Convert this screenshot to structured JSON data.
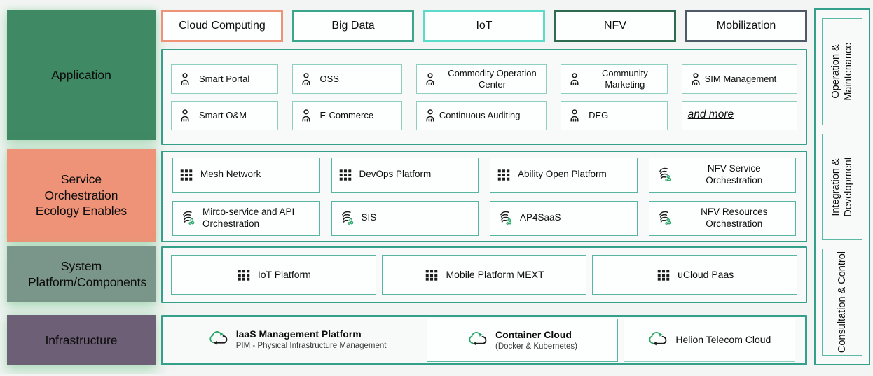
{
  "left_rail": {
    "items": [
      {
        "label": "Application",
        "bg": "#3f8a64"
      },
      {
        "label": "Service Orchestration Ecology Enables",
        "bg": "#ee9377"
      },
      {
        "label": "System Platform/Components",
        "bg": "#7a968a"
      },
      {
        "label": "Infrastructure",
        "bg": "#6d5f75"
      }
    ]
  },
  "top_tabs": {
    "items": [
      {
        "label": "Cloud Computing",
        "border": "#ee9377"
      },
      {
        "label": "Big Data",
        "border": "#3ba68c"
      },
      {
        "label": "IoT",
        "border": "#5cdbc9"
      },
      {
        "label": "NFV",
        "border": "#2e6b50"
      },
      {
        "label": "Mobilization",
        "border": "#4e5a68"
      }
    ]
  },
  "application_panel": {
    "row1": [
      {
        "label": "Smart Portal",
        "icon": "user-icon"
      },
      {
        "label": "OSS",
        "icon": "user-icon"
      },
      {
        "label": "Commodity Operation Center",
        "icon": "user-icon"
      },
      {
        "label": "Community Marketing",
        "icon": "user-icon"
      },
      {
        "label": "SIM Management",
        "icon": "user-icon"
      }
    ],
    "row2": [
      {
        "label": "Smart O&M",
        "icon": "user-icon"
      },
      {
        "label": "E-Commerce",
        "icon": "user-icon"
      },
      {
        "label": "Continuous Auditing",
        "icon": "user-icon"
      },
      {
        "label": "DEG",
        "icon": "user-icon"
      },
      {
        "label": "and more",
        "icon": null
      }
    ]
  },
  "service_panel": {
    "row1": [
      {
        "label": "Mesh Network",
        "icon": "grid-icon"
      },
      {
        "label": "DevOps Platform",
        "icon": "grid-icon"
      },
      {
        "label": "Ability Open Platform",
        "icon": "grid-icon"
      },
      {
        "label": "NFV Service Orchestration",
        "icon": "orchestration-icon"
      }
    ],
    "row2": [
      {
        "label": "Mirco-service and API Orchestration",
        "icon": "orchestration-icon"
      },
      {
        "label": "SIS",
        "icon": "orchestration-icon"
      },
      {
        "label": "AP4SaaS",
        "icon": "orchestration-icon"
      },
      {
        "label": "NFV Resources Orchestration",
        "icon": "orchestration-icon"
      }
    ]
  },
  "platform_panel": {
    "items": [
      {
        "label": "IoT Platform",
        "icon": "grid-icon"
      },
      {
        "label": "Mobile Platform MEXT",
        "icon": "grid-icon"
      },
      {
        "label": "uCloud Paas",
        "icon": "grid-icon"
      }
    ]
  },
  "infrastructure_panel": {
    "items": [
      {
        "title": "IaaS Management Platform",
        "subtitle": "PIM - Physical Infrastructure Management",
        "icon": "cloud-sync-icon"
      },
      {
        "title": "Container Cloud",
        "subtitle": "(Docker & Kubernetes)",
        "icon": "cloud-sync-icon"
      },
      {
        "title": "Helion Telecom Cloud",
        "subtitle": "",
        "icon": "cloud-sync-icon"
      }
    ]
  },
  "right_rail": {
    "items": [
      {
        "label": "Operation & Maintenance"
      },
      {
        "label": "Integration & Development"
      },
      {
        "label": "Consultation & Control"
      }
    ]
  },
  "colors": {
    "page_bg": "#f3f5f4",
    "panel_border": "#35a08a",
    "item_border_light": "#8fcfc0",
    "item_border": "#57b5a2",
    "accent_green_dot": "#27a567"
  }
}
